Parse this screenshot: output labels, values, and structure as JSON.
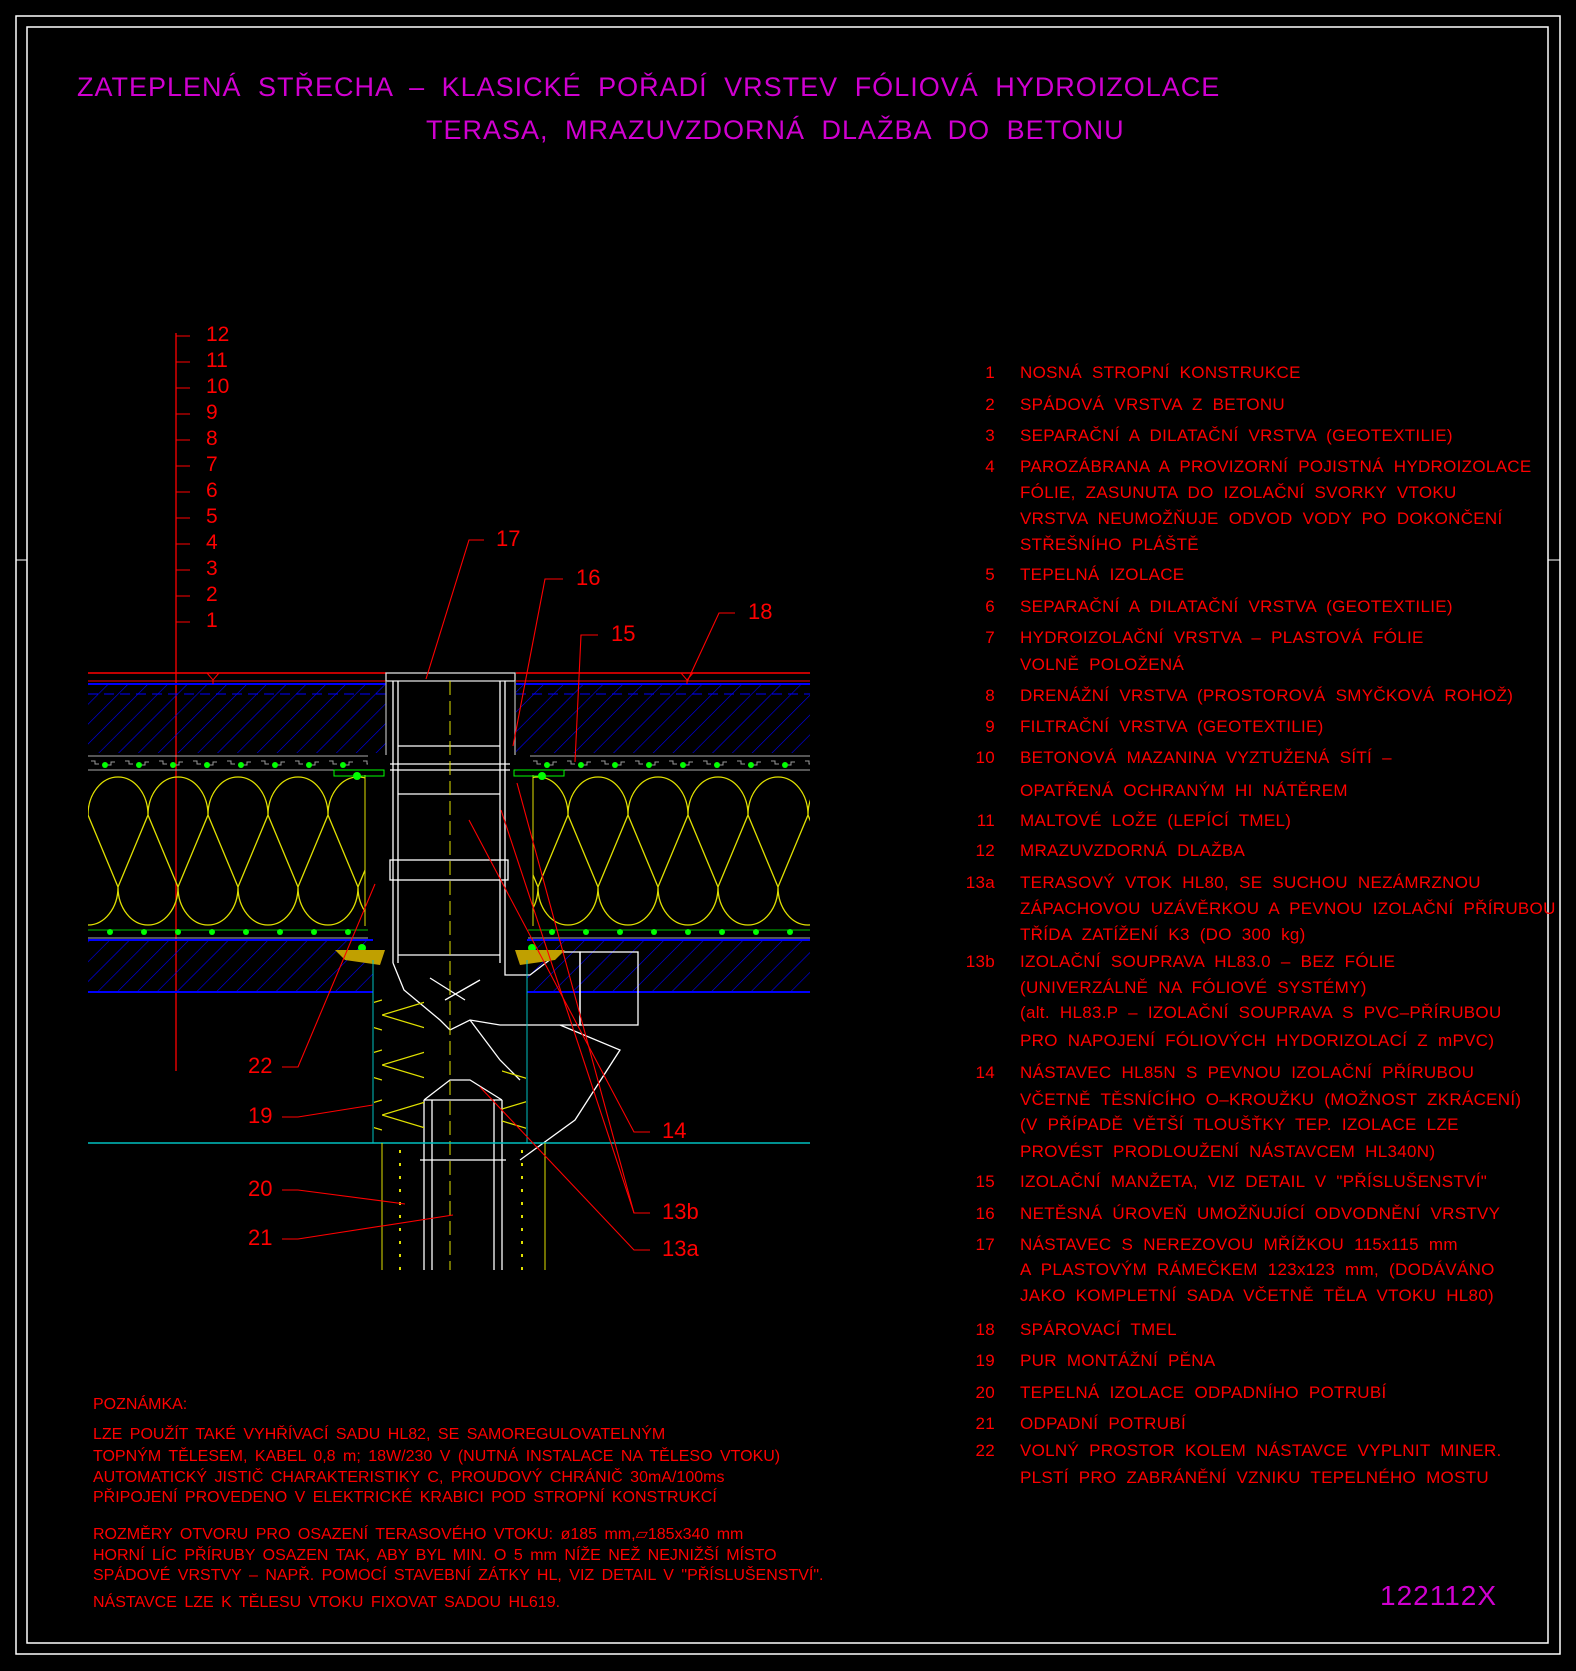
{
  "title": {
    "line1": "ZATEPLENÁ STŘECHA – KLASICKÉ POŘADÍ VRSTEV FÓLIOVÁ HYDROIZOLACE",
    "line2": "TERASA, MRAZUVZDORNÁ DLAŽBA DO BETONU"
  },
  "scale_labels": [
    "12",
    "11",
    "10",
    "9",
    "8",
    "7",
    "6",
    "5",
    "4",
    "3",
    "2",
    "1"
  ],
  "callouts": [
    "17",
    "16",
    "15",
    "18",
    "22",
    "19",
    "20",
    "21",
    "14",
    "13b",
    "13a"
  ],
  "legend": [
    {
      "num": "1",
      "lines": [
        "NOSNÁ STROPNÍ KONSTRUKCE"
      ]
    },
    {
      "num": "2",
      "lines": [
        "SPÁDOVÁ VRSTVA Z BETONU"
      ]
    },
    {
      "num": "3",
      "lines": [
        "SEPARAČNÍ A DILATAČNÍ VRSTVA (GEOTEXTILIE)"
      ]
    },
    {
      "num": "4",
      "lines": [
        "PAROZÁBRANA A PROVIZORNÍ POJISTNÁ HYDROIZOLACE",
        "FÓLIE, ZASUNUTA DO IZOLAČNÍ SVORKY VTOKU",
        "VRSTVA NEUMOŽŇUJE ODVOD VODY PO DOKONČENÍ",
        "STŘEŠNÍHO PLÁŠTĚ"
      ]
    },
    {
      "num": "5",
      "lines": [
        "TEPELNÁ IZOLACE"
      ]
    },
    {
      "num": "6",
      "lines": [
        "SEPARAČNÍ A DILATAČNÍ VRSTVA (GEOTEXTILIE)"
      ]
    },
    {
      "num": "7",
      "lines": [
        "HYDROIZOLAČNÍ VRSTVA – PLASTOVÁ FÓLIE",
        "VOLNĚ POLOŽENÁ"
      ]
    },
    {
      "num": "8",
      "lines": [
        "DRENÁŽNÍ VRSTVA (PROSTOROVÁ SMYČKOVÁ ROHOŽ)"
      ]
    },
    {
      "num": "9",
      "lines": [
        "FILTRAČNÍ VRSTVA (GEOTEXTILIE)"
      ]
    },
    {
      "num": "10",
      "lines": [
        "BETONOVÁ MAZANINA VYZTUŽENÁ SÍTÍ –",
        "OPATŘENÁ OCHRANÝM HI NÁTĚREM"
      ]
    },
    {
      "num": "11",
      "lines": [
        "MALTOVÉ LOŽE (LEPÍCÍ TMEL)"
      ]
    },
    {
      "num": "12",
      "lines": [
        "MRAZUVZDORNÁ DLAŽBA"
      ]
    },
    {
      "num": "13a",
      "lines": [
        "TERASOVÝ VTOK HL80, SE SUCHOU NEZÁMRZNOU",
        "ZÁPACHOVOU UZÁVĚRKOU A PEVNOU IZOLAČNÍ PŘÍRUBOU",
        "TŘÍDA ZATÍŽENÍ K3 (DO 300 kg)"
      ]
    },
    {
      "num": "13b",
      "lines": [
        "IZOLAČNÍ SOUPRAVA HL83.0 – BEZ FÓLIE",
        "(UNIVERZÁLNĚ NA FÓLIOVÉ SYSTÉMY)",
        "(alt. HL83.P – IZOLAČNÍ SOUPRAVA S PVC–PŘÍRUBOU",
        "PRO NAPOJENÍ FÓLIOVÝCH HYDORIZOLACÍ Z mPVC)"
      ]
    },
    {
      "num": "14",
      "lines": [
        "NÁSTAVEC HL85N S PEVNOU IZOLAČNÍ PŘÍRUBOU",
        "VČETNĚ TĚSNÍCÍHO O–KROUŽKU (MOŽNOST ZKRÁCENÍ)",
        "(V PŘÍPADĚ VĚTŠÍ TLOUŠŤKY TEP. IZOLACE LZE",
        "PROVÉST PRODLOUŽENÍ NÁSTAVCEM HL340N)"
      ]
    },
    {
      "num": "15",
      "lines": [
        "IZOLAČNÍ MANŽETA, VIZ DETAIL V \"PŘÍSLUŠENSTVÍ\""
      ]
    },
    {
      "num": "16",
      "lines": [
        "NETĚSNÁ ÚROVEŇ UMOŽŇUJÍCÍ ODVODNĚNÍ VRSTVY"
      ]
    },
    {
      "num": "17",
      "lines": [
        "NÁSTAVEC S NEREZOVOU MŘÍŽKOU 115x115 mm",
        "A PLASTOVÝM RÁMEČKEM 123x123 mm, (DODÁVÁNO",
        "JAKO KOMPLETNÍ SADA VČETNĚ TĚLA VTOKU HL80)"
      ]
    },
    {
      "num": "18",
      "lines": [
        "SPÁROVACÍ TMEL"
      ]
    },
    {
      "num": "19",
      "lines": [
        "PUR MONTÁŽNÍ PĚNA"
      ]
    },
    {
      "num": "20",
      "lines": [
        "TEPELNÁ IZOLACE ODPADNÍHO POTRUBÍ"
      ]
    },
    {
      "num": "21",
      "lines": [
        "ODPADNÍ POTRUBÍ"
      ]
    },
    {
      "num": "22",
      "lines": [
        "VOLNÝ PROSTOR KOLEM NÁSTAVCE VYPLNIT MINER.",
        "PLSTÍ PRO ZABRÁNĚNÍ VZNIKU TEPELNÉHO MOSTU"
      ]
    }
  ],
  "note": {
    "heading": "POZNÁMKA:",
    "lines": [
      "LZE POUŽÍT TAKÉ VYHŘÍVACÍ SADU HL82, SE SAMOREGULOVATELNÝM",
      "TOPNÝM TĚLESEM, KABEL 0,8 m; 18W/230 V (NUTNÁ INSTALACE NA TĚLESO VTOKU)",
      "AUTOMATICKÝ JISTIČ CHARAKTERISTIKY C, PROUDOVÝ CHRÁNIČ 30mA/100ms",
      "PŘIPOJENÍ PROVEDENO V ELEKTRICKÉ KRABICI POD STROPNÍ KONSTRUKCÍ",
      "ROZMĚRY OTVORU PRO OSAZENÍ TERASOVÉHO VTOKU: ø185 mm,▱185x340 mm",
      "HORNÍ LÍC PŘÍRUBY OSAZEN TAK, ABY BYL MIN. O 5 mm NÍŽE NEŽ NEJNIŽŠÍ MÍSTO",
      "SPÁDOVÉ VRSTVY – NAPŘ. POMOCÍ STAVEBNÍ ZÁTKY HL, VIZ DETAIL V \"PŘÍSLUŠENSTVÍ\".",
      "NÁSTAVCE LZE K TĚLESU VTOKU FIXOVAT SADOU HL619."
    ]
  },
  "drawing_code": "122112X",
  "colors": {
    "title": "#d000d0",
    "text": "#ff0000",
    "hatch": "#0000ff",
    "insulation": "#ffff00",
    "floor": "#00c0c0",
    "pipe": "#ffffff",
    "membrane": "#00ff00"
  }
}
